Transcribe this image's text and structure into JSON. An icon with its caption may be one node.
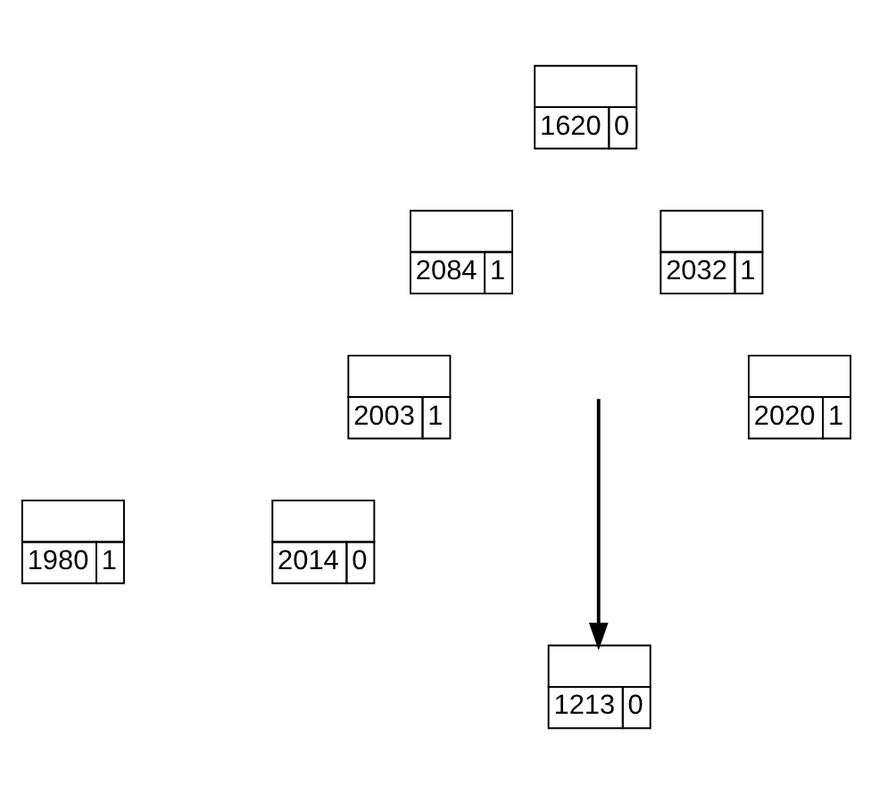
{
  "diagram": {
    "nodes": [
      {
        "text": [
          "1620",
          "0"
        ]
      },
      {
        "text": [
          "2084",
          "1"
        ]
      },
      {
        "text": [
          "2032",
          "1"
        ]
      },
      {
        "text": [
          "2003",
          "1"
        ]
      },
      {
        "text": [
          "2020",
          "1"
        ]
      },
      {
        "text": [
          "1980",
          "1"
        ]
      },
      {
        "text": [
          "2014",
          "0"
        ]
      },
      {
        "text": [
          "1213",
          "0"
        ]
      }
    ],
    "edges": [
      {
        "from": null,
        "to": 7,
        "arrow": "to"
      }
    ]
  }
}
